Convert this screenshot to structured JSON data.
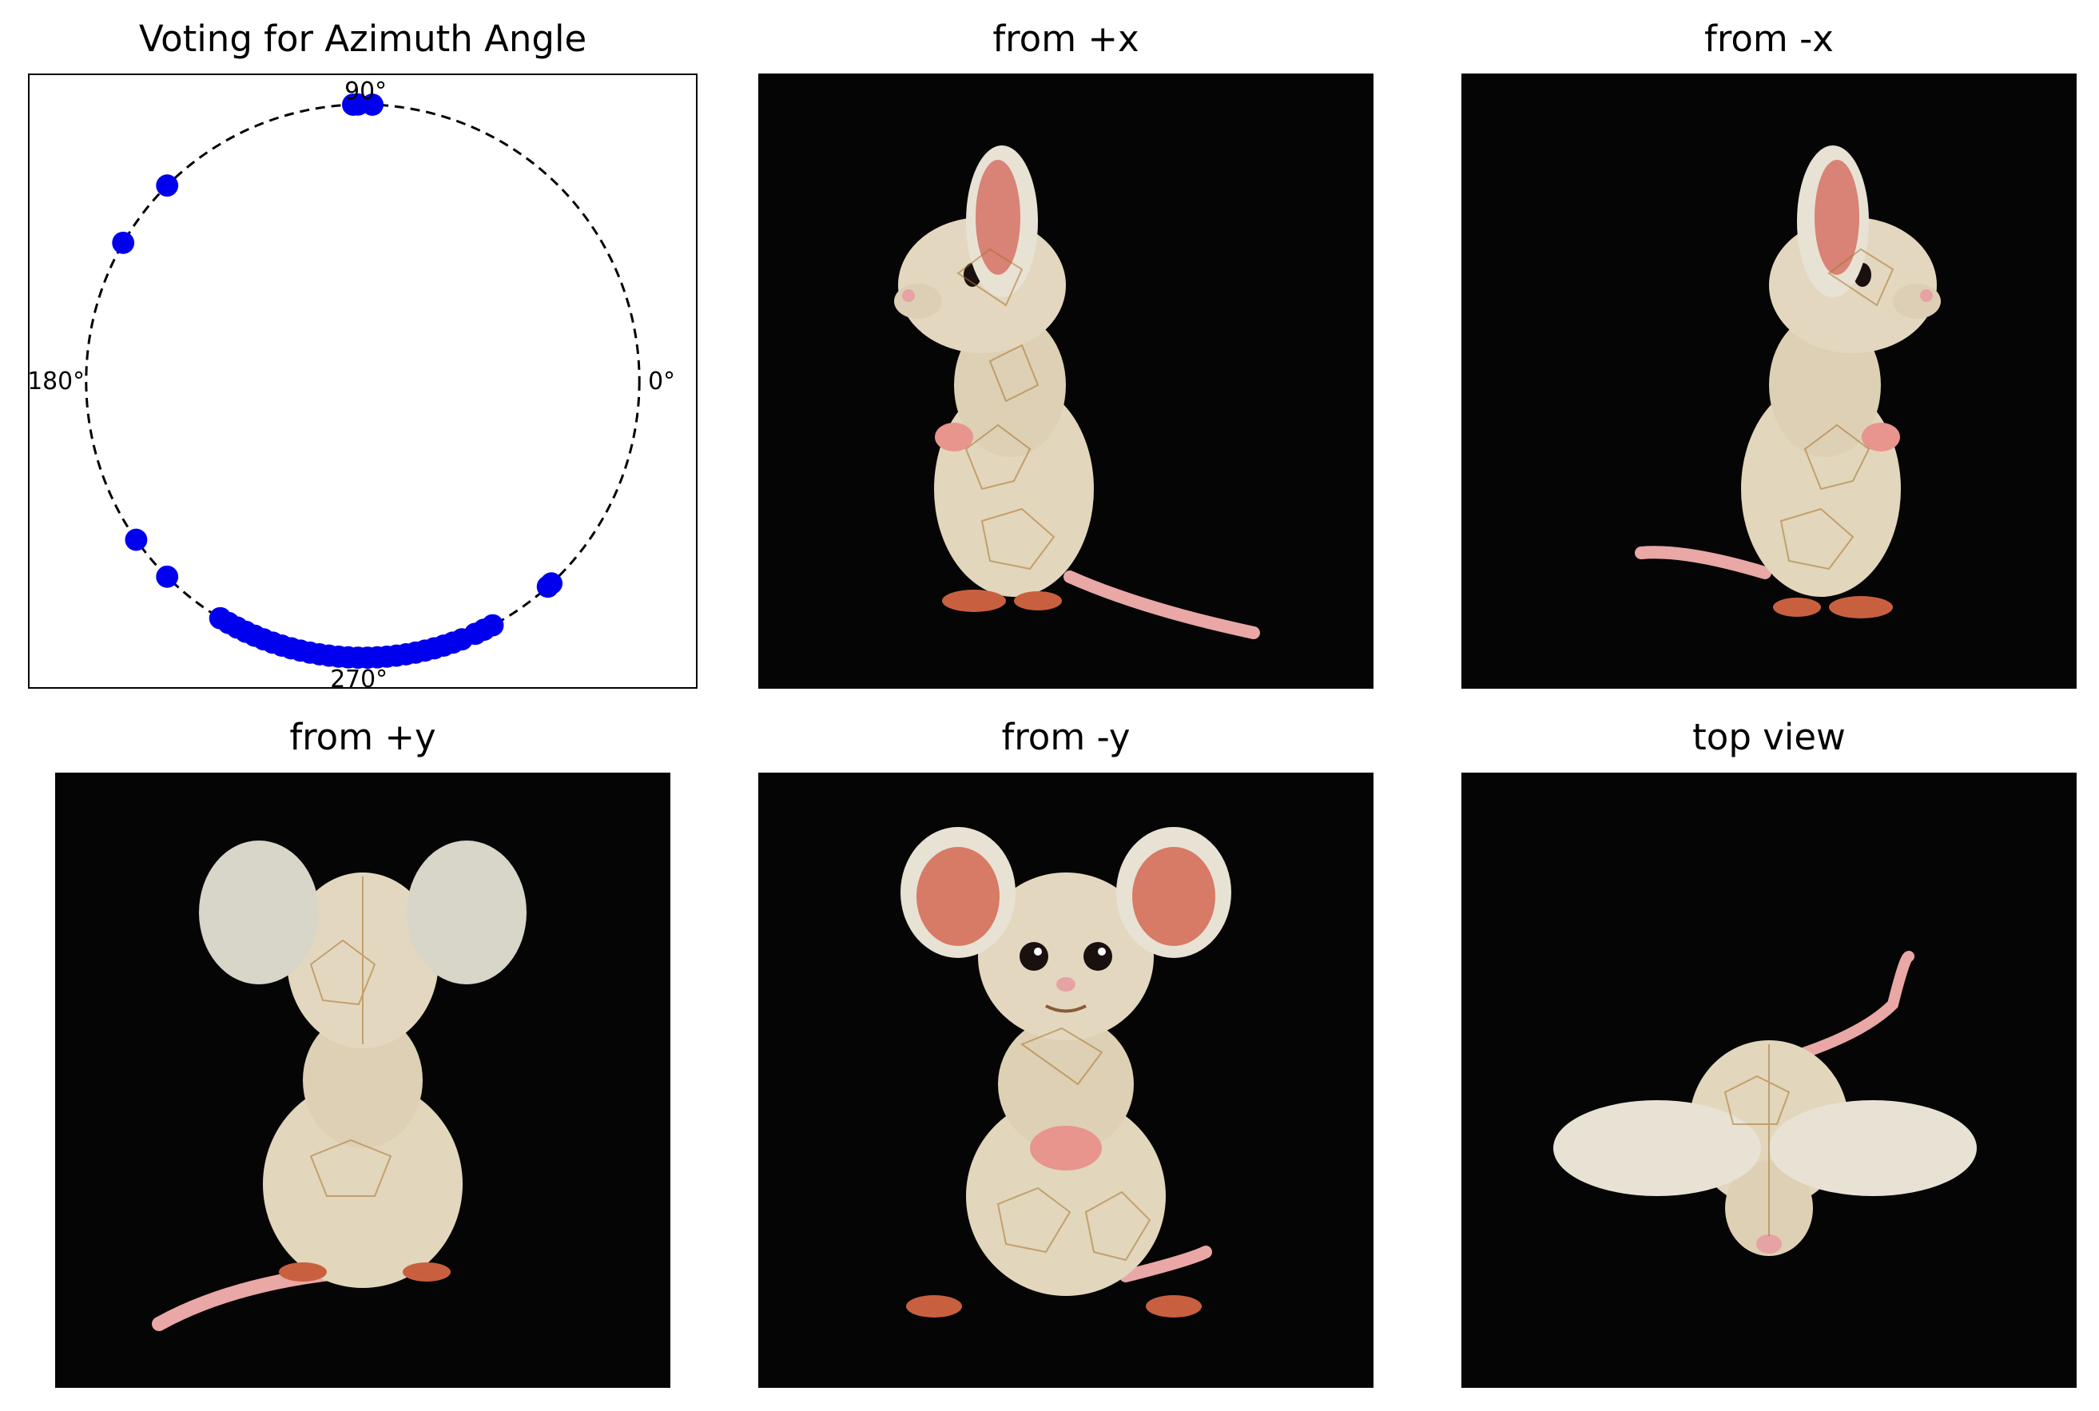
{
  "titles": {
    "p1": "Voting for Azimuth Angle",
    "p2": "from +x",
    "p3": "from -x",
    "p4": "from +y",
    "p5": "from -y",
    "p6": "top view"
  },
  "chart_data": {
    "type": "scatter",
    "title": "Voting for Azimuth Angle",
    "coordinate_system": "polar (azimuth on unit circle)",
    "angle_unit": "degrees",
    "tick_labels": [
      "0°",
      "90°",
      "180°",
      "270°"
    ],
    "circle_style": "dashed",
    "marker_color": "#0000ee",
    "series": [
      {
        "azimuth_deg": [
          88,
          91,
          92,
          135,
          150,
          215,
          225,
          239,
          241,
          243,
          245,
          247,
          249,
          251,
          253,
          255,
          257,
          259,
          261,
          263,
          265,
          267,
          269,
          271,
          273,
          275,
          277,
          279,
          281,
          283,
          285,
          287,
          289,
          291,
          294,
          296,
          298,
          312,
          313
        ]
      }
    ]
  },
  "images": [
    {
      "view": "from +x",
      "subject": "ceramic-cracked-mouse-side-facing-left"
    },
    {
      "view": "from -x",
      "subject": "ceramic-cracked-mouse-side-facing-right"
    },
    {
      "view": "from +y",
      "subject": "ceramic-cracked-mouse-back"
    },
    {
      "view": "from -y",
      "subject": "ceramic-cracked-mouse-front"
    },
    {
      "view": "top view",
      "subject": "ceramic-cracked-mouse-top"
    }
  ]
}
